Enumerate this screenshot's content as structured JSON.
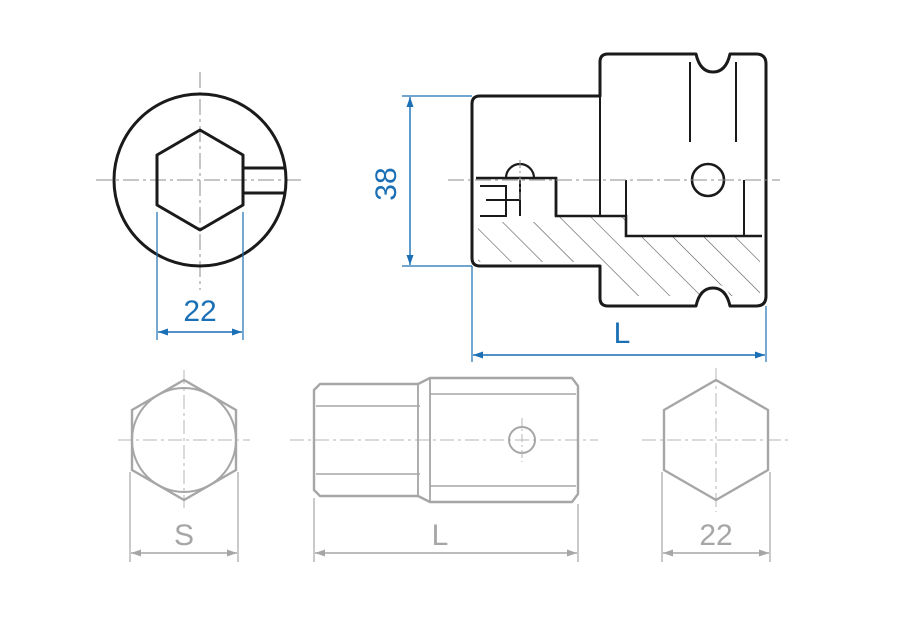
{
  "socket_views": {
    "end_view": {
      "hex_width_label": "22"
    },
    "side_view": {
      "height_label": "38",
      "length_label": "L"
    }
  },
  "bit_views": {
    "left_end": {
      "across_flats_label": "S"
    },
    "side": {
      "length_label": "L"
    },
    "right_end": {
      "hex_label": "22"
    }
  },
  "colors": {
    "outline": "#1a1a1a",
    "dimension_primary": "#1a6fb5",
    "dimension_secondary": "#a6a6a6",
    "centerline": "#8c8c8c",
    "hatch": "#555555"
  }
}
